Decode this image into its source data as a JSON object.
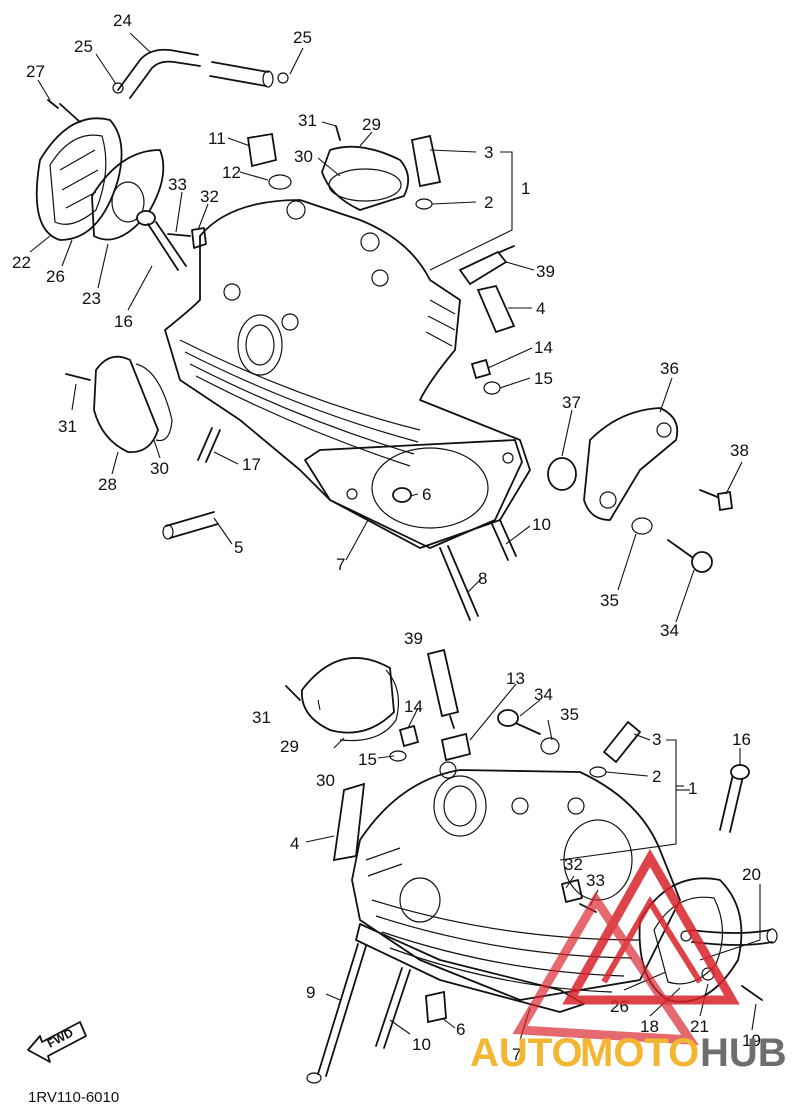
{
  "diagram_code": "1RV110-6010",
  "fwd_label": "FWD",
  "watermark": {
    "word_auto": "AUTO",
    "word_moto": "MOTO",
    "word_hub": "HUB",
    "color_red": "#d9232b",
    "color_orange": "#f2b632",
    "color_gray": "#6e6e6e"
  },
  "callouts": {
    "top": [
      "24",
      "25",
      "25",
      "27",
      "31",
      "29",
      "11",
      "3",
      "30",
      "1",
      "12",
      "2",
      "33",
      "32",
      "22",
      "26",
      "39",
      "23",
      "16",
      "4",
      "14",
      "15",
      "36",
      "31",
      "37",
      "17",
      "38",
      "30",
      "28",
      "6",
      "10",
      "5",
      "7",
      "35",
      "8",
      "34"
    ],
    "bottom": [
      "39",
      "13",
      "34",
      "31",
      "35",
      "29",
      "14",
      "3",
      "15",
      "2",
      "16",
      "1",
      "30",
      "4",
      "32",
      "33",
      "20",
      "9",
      "26",
      "18",
      "21",
      "6",
      "19",
      "10",
      "7"
    ]
  }
}
